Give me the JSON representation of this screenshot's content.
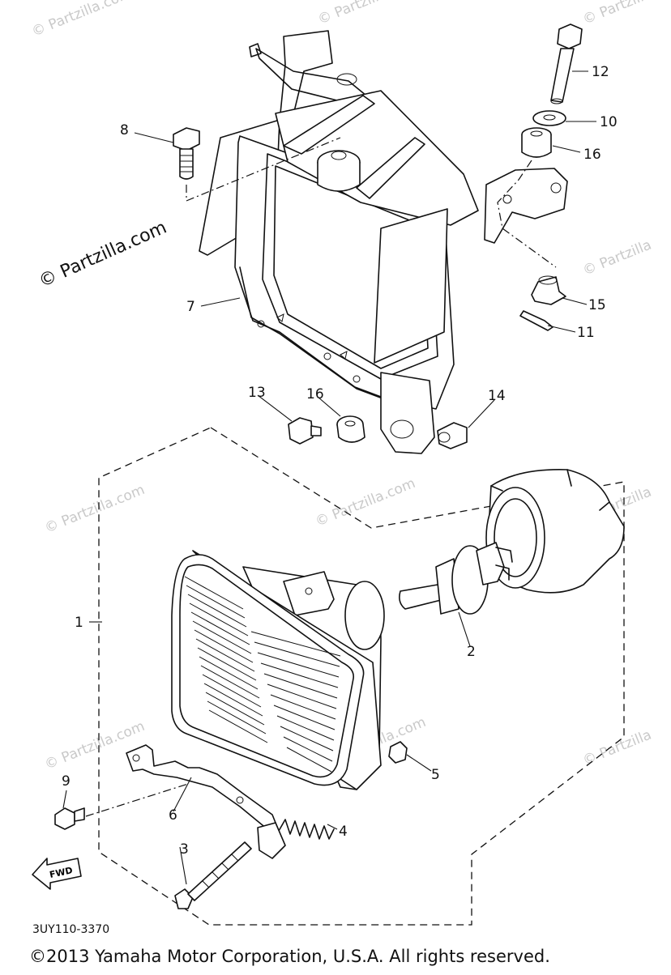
{
  "diagram": {
    "watermark_main": "© Partzilla.com",
    "watermark_faint": "© Partzilla.com",
    "watermark_short": "© Partzilla",
    "part_code": "3UY110-3370",
    "fwd_label": "FWD",
    "copyright": "©2013 Yamaha Motor Corporation, U.S.A. All rights reserved.",
    "callouts": {
      "c1": "1",
      "c2": "2",
      "c3": "3",
      "c4": "4",
      "c5": "5",
      "c6": "6",
      "c7": "7",
      "c8": "8",
      "c9": "9",
      "c10": "10",
      "c11": "11",
      "c12": "12",
      "c13": "13",
      "c14": "14",
      "c15": "15",
      "c16a": "16",
      "c16b": "16"
    }
  }
}
